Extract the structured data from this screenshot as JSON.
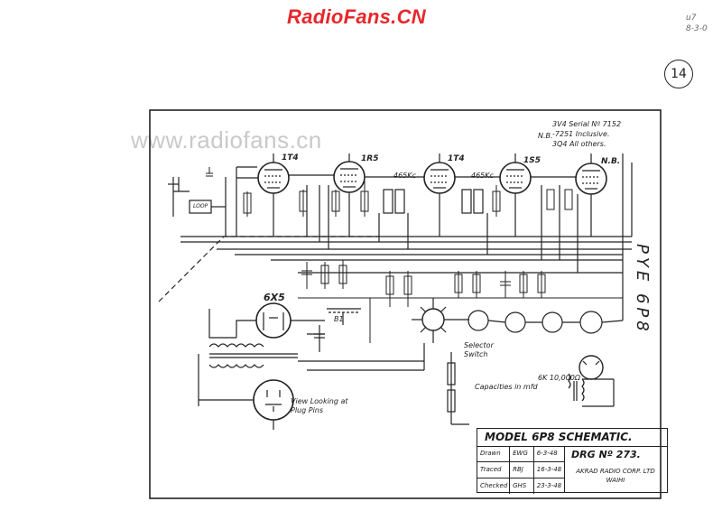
{
  "site": {
    "logo": "RadioFans.CN",
    "watermark": "www.radiofans.cn"
  },
  "corner_note": [
    "u7",
    "8-3-0"
  ],
  "page_number": "14",
  "side_label": "PYE 6P8",
  "nb_note": {
    "prefix": "N.B.",
    "lines": [
      "3V4 Serial Nº 7152",
      "-7251 Inclusive.",
      "3Q4 All others."
    ]
  },
  "tubes": [
    "1T4",
    "1R5",
    "1T4",
    "1S5",
    "N.B."
  ],
  "rectifier": "6X5",
  "if_labels": [
    "465Kc",
    "465Kc"
  ],
  "component_labels": {
    "loop": "LOOP",
    "battery": "B1",
    "selector": "Selector Switch",
    "plug_note": "View Looking at Plug Pins",
    "capacities": "Capacities in mfd",
    "speaker_cap": "6K 10,000Ω"
  },
  "title_block": {
    "title": "MODEL 6P8 SCHEMATIC.",
    "rows": [
      {
        "role": "Drawn",
        "init": "EWG",
        "date": "6-3-48"
      },
      {
        "role": "Traced",
        "init": "RBJ",
        "date": "16-3-48"
      },
      {
        "role": "Checked",
        "init": "GHS",
        "date": "23-3-48"
      }
    ],
    "drg_no": "DRG Nº 273.",
    "company": [
      "AKRAD RADIO CORP. LTD",
      "WAIHI"
    ]
  }
}
